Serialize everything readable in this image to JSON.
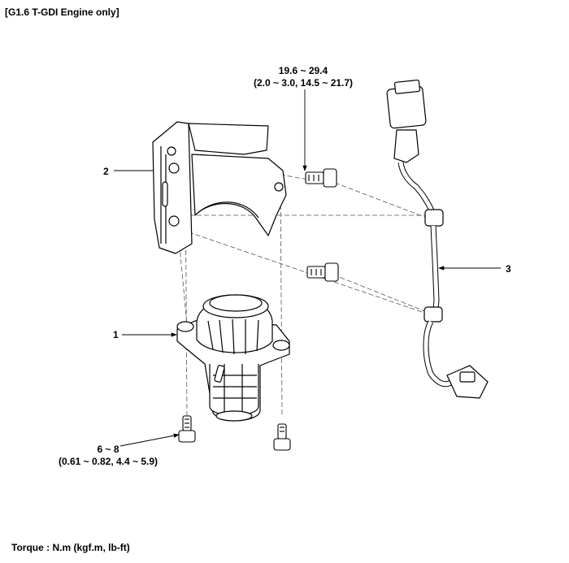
{
  "header": {
    "title": "[G1.6 T-GDI Engine only]"
  },
  "torque_upper_bolt": {
    "line1": "19.6 ~ 29.4",
    "line2": "(2.0 ~ 3.0, 14.5 ~ 21.7)"
  },
  "torque_lower_bolt": {
    "line1": "6 ~ 8",
    "line2": "(0.61 ~ 0.82, 4.4 ~ 5.9)"
  },
  "callouts": {
    "c1": "1",
    "c2": "2",
    "c3": "3"
  },
  "footer": {
    "units": "Torque : N.m (kgf.m, lb-ft)"
  }
}
